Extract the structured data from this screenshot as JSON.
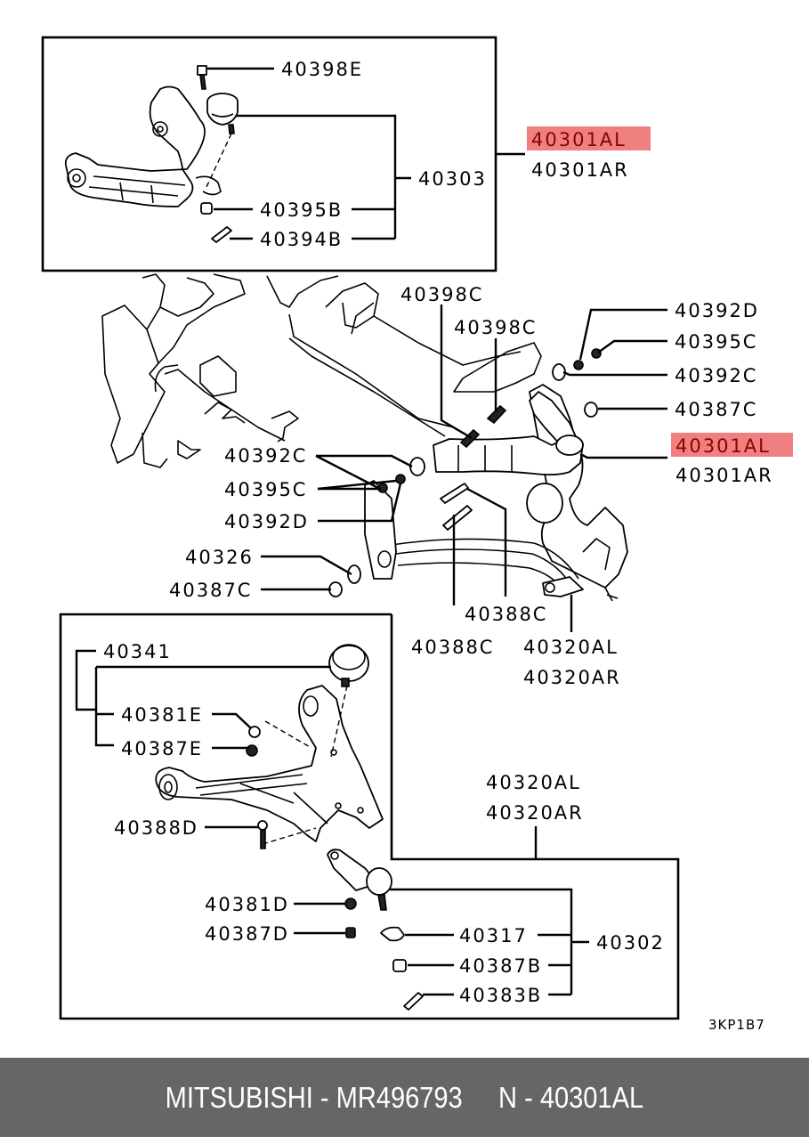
{
  "diagram": {
    "code": "3KP1B7",
    "highlight_color": "#f08080",
    "highlight_text_color": "#8b0000",
    "upper_arm_box": {
      "assembly_left": "40301AL",
      "assembly_right": "40301AR",
      "arm": "40303",
      "bolt": "40398E",
      "nut": "40395B",
      "cotter_pin": "40394B"
    },
    "center": {
      "bolt_a": "40398C",
      "bolt_b": "40398C",
      "washer_top": "40392D",
      "nut_top": "40395C",
      "washer_c_right": "40392C",
      "nut_right": "40387C",
      "assembly_left": "40301AL",
      "assembly_right": "40301AR",
      "washer_c_left": "40392C",
      "nut_left": "40395C",
      "washer_d_left": "40392D",
      "bracket": "40326",
      "nut_lower_left": "40387C",
      "bolt_lower_1": "40388C",
      "bolt_lower_2": "40388C",
      "lower_arm_left": "40320AL",
      "lower_arm_right": "40320AR"
    },
    "lower_arm_box": {
      "bushing_kit": "40341",
      "washer": "40381E",
      "nut": "40387E",
      "bolt": "40388D",
      "assembly_left": "40320AL",
      "assembly_right": "40320AR",
      "washer_d": "40381D",
      "nut_d": "40387D",
      "boot": "40317",
      "ball_joint": "40302",
      "castle_nut": "40387B",
      "cotter_pin": "40383B"
    }
  },
  "footer": {
    "brand": "MITSUBISHI",
    "part_number": "MR496793",
    "ref": "N - 40301AL",
    "text": "MITSUBISHI - MR496793     N - 40301AL"
  }
}
